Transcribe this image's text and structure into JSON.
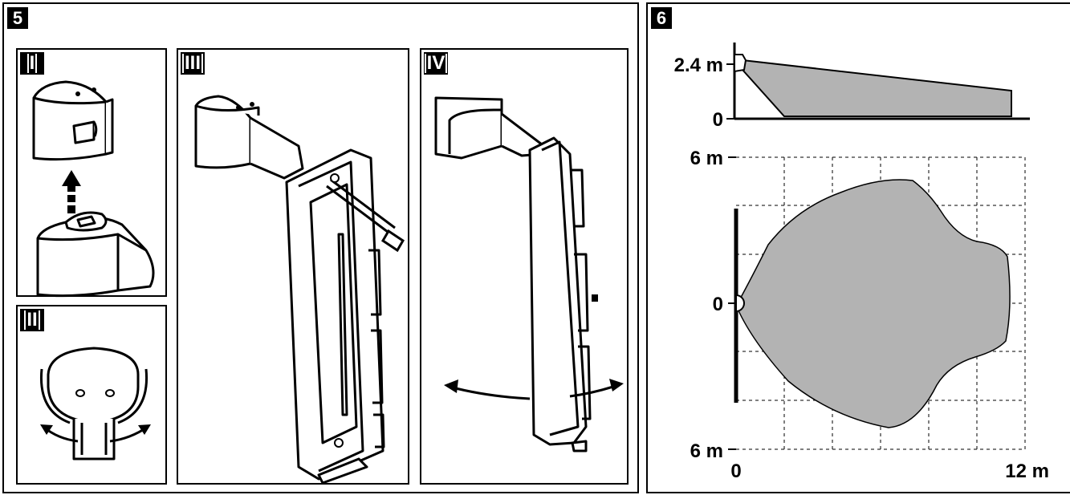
{
  "panel5": {
    "number": "5",
    "steps": [
      {
        "label": "I"
      },
      {
        "label": "II"
      },
      {
        "label": "III"
      },
      {
        "label": "IV"
      }
    ]
  },
  "panel6": {
    "number": "6",
    "side_view": {
      "height_label": "2.4 m",
      "zero_label": "0"
    },
    "top_view": {
      "top_label": "6 m",
      "mid_label": "0",
      "bottom_label": "6 m",
      "x_start_label": "0",
      "x_end_label": "12 m"
    }
  },
  "colors": {
    "ink": "#000000",
    "coverage_fill": "#b3b3b3",
    "paper": "#ffffff"
  }
}
